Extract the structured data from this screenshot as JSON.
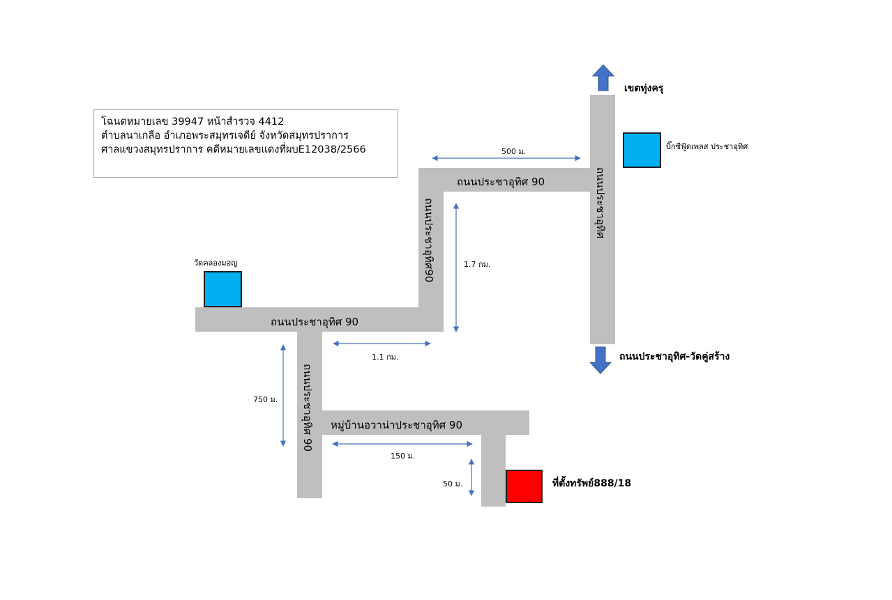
{
  "info": {
    "line1": "โฉนดหมายเลข 39947 หน้าสำรวจ 4412",
    "line2": "ตำบลนาเกลือ อำเภอพระสมุทรเจดีย์ จังหวัดสมุทรปราการ",
    "line3": "ศาลแขวงสมุทรปราการ คดีหมายเลขแดงที่ผบE12038/2566"
  },
  "roads": {
    "prachautit_top": "ถนนประชาอุทิศ 90",
    "prachautit_main_vertical": "ถนนประชาอุทิศ",
    "prachautit90_vertical_mid": "ถนนประชาอุทิศ90",
    "prachautit_middle": "ถนนประชาอุทิศ 90",
    "prachautit90_vertical_lower": "ถนนประชาอุทิศ 90",
    "village": "หมู่บ้านอวาน่าประชาอุทิศ 90"
  },
  "distances": {
    "d500": "500 ม.",
    "d1_7": "1.7 กม.",
    "d1_1": "1.1 กม.",
    "d750": "750 ม.",
    "d150": "150 ม.",
    "d50": "50 ม."
  },
  "places": {
    "big_c": "บิ๊กซีฟู้ดเพลส ประชาอุทิศ",
    "wat": "วัดคลองมอญ",
    "property": "ที่ตั้งทรัพย์888/18",
    "north": "เขตทุ่งครุ",
    "south": "ถนนประชาอุทิศ-วัดคู่สร้าง"
  },
  "colors": {
    "road": "#bfbfbf",
    "landmark": "#00b0f0",
    "property": "#ff0000",
    "arrow": "#4472c4",
    "dimension_line": "#4472c4"
  }
}
